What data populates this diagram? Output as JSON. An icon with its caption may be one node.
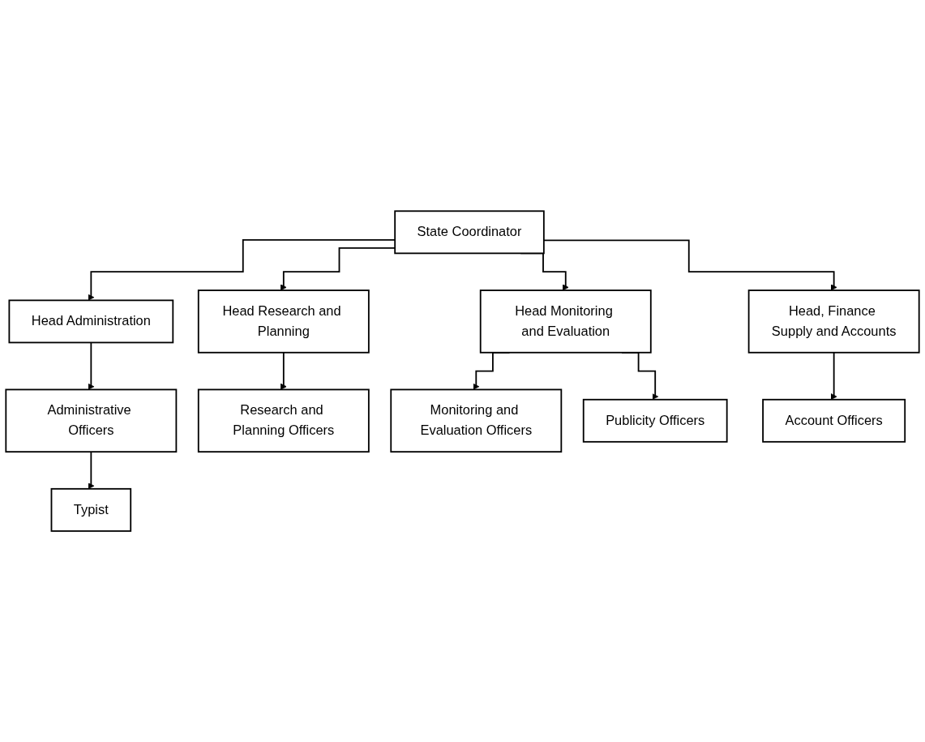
{
  "diagram": {
    "nodes": [
      {
        "text": [
          "State Coordinator"
        ]
      },
      {
        "text": [
          "Head Administration"
        ]
      },
      {
        "text": [
          "Head Research and Planning"
        ]
      },
      {
        "text": [
          "Head Monitoring and Evaluation"
        ]
      },
      {
        "text": [
          "Head, Finance Supply and Accounts"
        ]
      },
      {
        "text": [
          "Administrative Officers"
        ]
      },
      {
        "text": [
          "Research and Planning Officers"
        ]
      },
      {
        "text": [
          "Monitoring and Evaluation Officers"
        ]
      },
      {
        "text": [
          "Account Officers"
        ]
      },
      {
        "text": [
          "Typist"
        ]
      },
      {
        "text": [
          "Publicity Officers"
        ]
      }
    ],
    "edges": [
      {
        "from": 0,
        "to": 1,
        "arrow": "to"
      },
      {
        "from": 0,
        "to": 2,
        "arrow": "to"
      },
      {
        "from": 0,
        "to": 3,
        "arrow": "to"
      },
      {
        "from": 0,
        "to": 4,
        "arrow": "to"
      },
      {
        "from": 1,
        "to": 5,
        "arrow": "to"
      },
      {
        "from": 2,
        "to": 6,
        "arrow": "to"
      },
      {
        "from": 3,
        "to": 7,
        "arrow": "to"
      },
      {
        "from": 4,
        "to": 8,
        "arrow": "to"
      },
      {
        "from": 5,
        "to": 9,
        "arrow": "to"
      },
      {
        "from": 3,
        "to": 10,
        "arrow": "to"
      }
    ]
  }
}
